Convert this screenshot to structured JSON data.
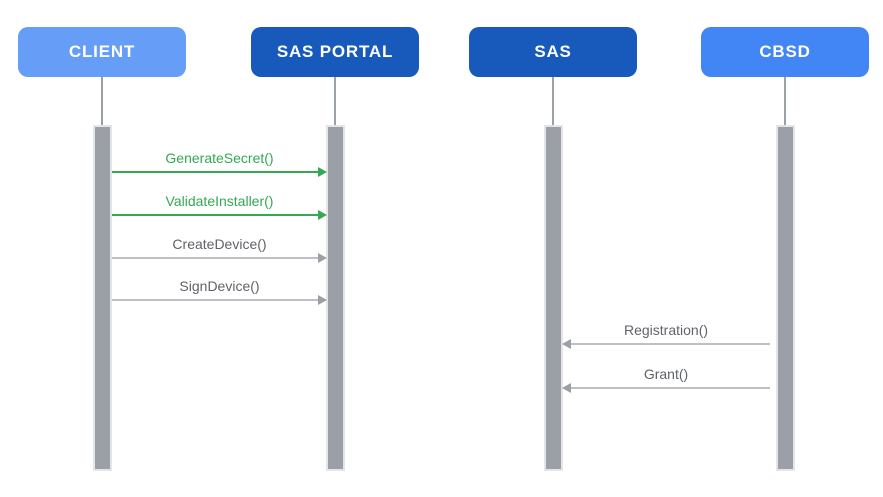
{
  "diagram": {
    "type": "sequence-diagram",
    "background_color": "#ffffff",
    "lifeline_color": "#9AA0A6",
    "activation_fill": "#9AA0A6",
    "activation_border": "#E3E5E8"
  },
  "actors": [
    {
      "label": "CLIENT",
      "color": "#669DF6",
      "text_color": "#ffffff"
    },
    {
      "label": "SAS PORTAL",
      "color": "#185ABC",
      "text_color": "#ffffff"
    },
    {
      "label": "SAS",
      "color": "#185ABC",
      "text_color": "#ffffff"
    },
    {
      "label": "CBSD",
      "color": "#4285F4",
      "text_color": "#ffffff"
    }
  ],
  "messages": [
    {
      "label": "GenerateSecret()",
      "from": "CLIENT",
      "to": "SAS PORTAL",
      "direction": "right",
      "label_color": "#34A853",
      "line_color": "#34A853",
      "head_color": "#34A853"
    },
    {
      "label": "ValidateInstaller()",
      "from": "CLIENT",
      "to": "SAS PORTAL",
      "direction": "right",
      "label_color": "#34A853",
      "line_color": "#34A853",
      "head_color": "#34A853"
    },
    {
      "label": "CreateDevice()",
      "from": "CLIENT",
      "to": "SAS PORTAL",
      "direction": "right",
      "label_color": "#5F6368",
      "line_color": "#BDC1C6",
      "head_color": "#9AA0A6"
    },
    {
      "label": "SignDevice()",
      "from": "CLIENT",
      "to": "SAS PORTAL",
      "direction": "right",
      "label_color": "#5F6368",
      "line_color": "#BDC1C6",
      "head_color": "#9AA0A6"
    },
    {
      "label": "Registration()",
      "from": "CBSD",
      "to": "SAS",
      "direction": "left",
      "label_color": "#5F6368",
      "line_color": "#BDC1C6",
      "head_color": "#9AA0A6"
    },
    {
      "label": "Grant()",
      "from": "CBSD",
      "to": "SAS",
      "direction": "left",
      "label_color": "#5F6368",
      "line_color": "#BDC1C6",
      "head_color": "#9AA0A6"
    }
  ]
}
